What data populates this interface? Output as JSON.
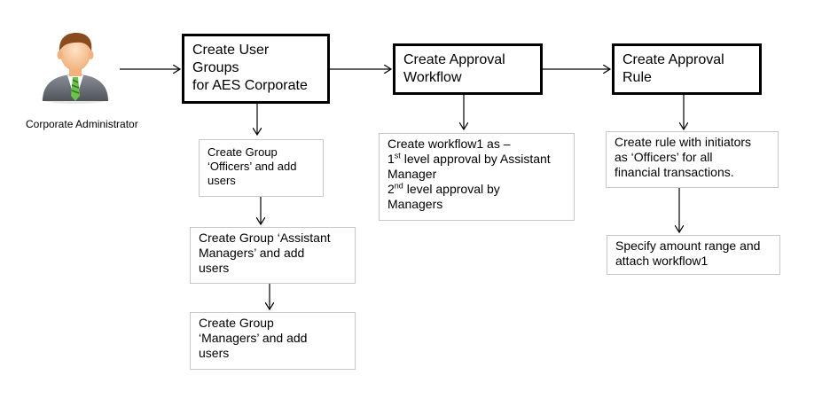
{
  "actor": {
    "icon": "corporate-administrator-icon",
    "label": "Corporate Administrator"
  },
  "main_steps": [
    {
      "line1": "Create User Groups",
      "line2": "for AES Corporate"
    },
    {
      "line1": "Create Approval",
      "line2": "Workflow"
    },
    {
      "line1": "Create Approval",
      "line2": "Rule"
    }
  ],
  "user_groups": [
    {
      "line1": "Create Group",
      "line2": "‘Officers’ and add",
      "line3": "users"
    },
    {
      "line1": "Create Group ‘Assistant",
      "line2": "Managers’ and add",
      "line3": "users"
    },
    {
      "line1": "Create Group",
      "line2": "‘Managers’ and add",
      "line3": "users"
    }
  ],
  "workflow": {
    "line1": "Create workflow1 as –",
    "level1_num": "1",
    "level1_sup": "st",
    "level1_text": " level approval by Assistant",
    "level1_cont": "Manager",
    "level2_num": "2",
    "level2_sup": "nd",
    "level2_text": " level approval by",
    "level2_cont": "Managers"
  },
  "rule": {
    "line1": "Create rule with initiators",
    "line2": "as ‘Officers’ for all",
    "line3": "financial transactions."
  },
  "amount": {
    "line1": "Specify amount range and",
    "line2": "attach workflow1"
  }
}
